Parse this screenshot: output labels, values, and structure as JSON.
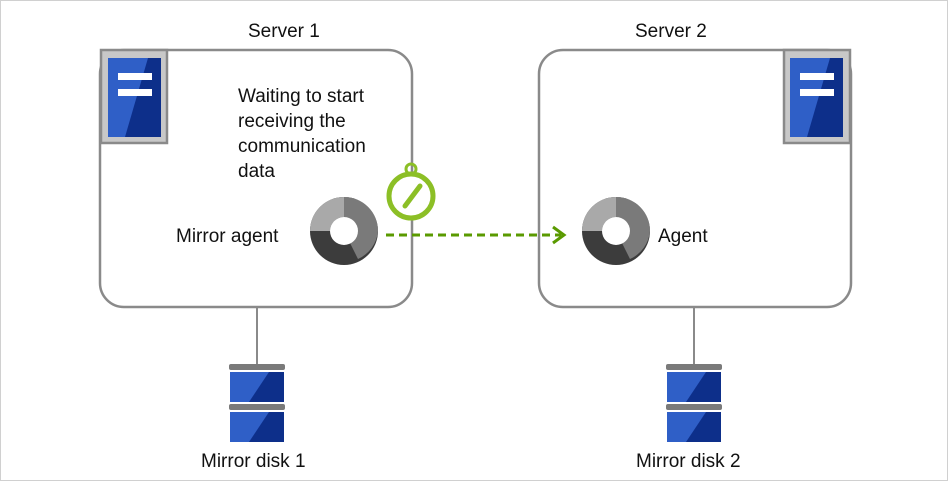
{
  "server1": {
    "title": "Server 1",
    "status_lines": [
      "Waiting to start",
      "receiving the",
      "communication",
      "data"
    ],
    "agent_label": "Mirror agent",
    "disk_label": "Mirror disk 1"
  },
  "server2": {
    "title": "Server 2",
    "agent_label": "Agent",
    "disk_label": "Mirror disk 2"
  },
  "colors": {
    "box_border": "#8a8a8a",
    "server_blue": "#2f5fc7",
    "server_blue_dark": "#0d2f8a",
    "disk_cap": "#7a7a7a",
    "agent_light": "#a9a9a9",
    "agent_dark": "#3c3c3c",
    "timer_green": "#8cbf26",
    "arrow_green": "#5a9a00"
  },
  "icons": {
    "server": "server-icon",
    "disk": "disk-icon",
    "agent": "agent-icon",
    "timer": "stopwatch-icon"
  }
}
